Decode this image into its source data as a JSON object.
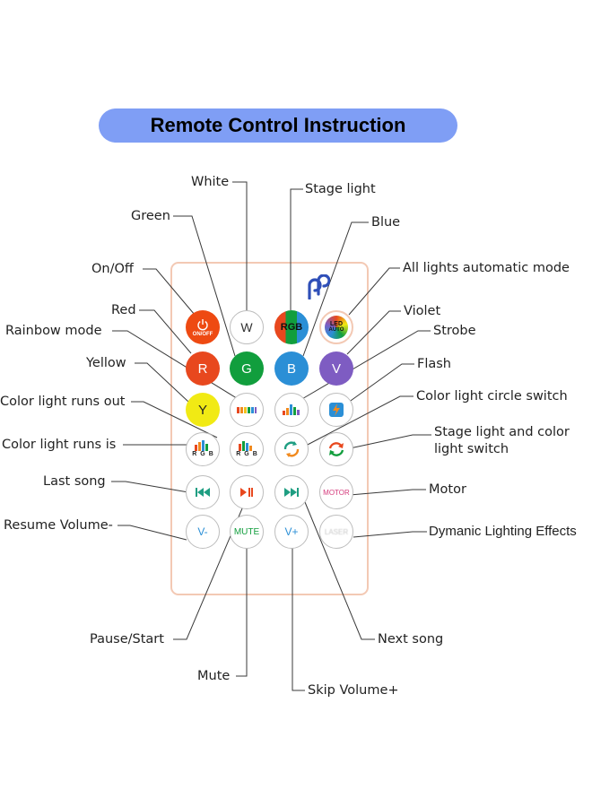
{
  "title": "Remote Control Instruction",
  "colors": {
    "title_pill": "#7f9ef5",
    "remote_outline": "#f3c9b4",
    "red": "#e8481e",
    "green": "#119e3d",
    "blue": "#2b8fd6",
    "violet": "#7e5cc2",
    "yellow": "#f1ea14",
    "onoff": "#ee4a12",
    "teal_icon": "#1f9e82",
    "magenta_icon": "#d53b7c"
  },
  "labels": {
    "white": "White",
    "stage_light": "Stage light",
    "green": "Green",
    "blue": "Blue",
    "on_off": "On/Off",
    "all_lights_auto": "All lights automatic mode",
    "red": "Red",
    "violet": "Violet",
    "rainbow_mode": "Rainbow mode",
    "strobe": "Strobe",
    "yellow": "Yellow",
    "flash": "Flash",
    "color_light_runs_out": "Color light runs out",
    "color_light_circle_switch": "Color light circle switch",
    "color_light_runs_is": "Color light runs is",
    "stage_color_switch_1": "Stage light and color",
    "stage_color_switch_2": "light switch",
    "last_song": "Last song",
    "motor": "Motor",
    "resume_volume": "Resume Volume-",
    "dynamic_effects": "Dymanic Lighting Effects",
    "pause_start": "Pause/Start",
    "next_song": "Next song",
    "mute": "Mute",
    "skip_volume": "Skip Volume+"
  },
  "buttons": {
    "onoff_caption": "ON/OFF",
    "w": "W",
    "rgb_r": "R",
    "rgb_g": "G",
    "rgb_b": "B",
    "auto_led": "LED",
    "auto_auto": "AUTO",
    "r": "R",
    "g": "G",
    "b": "B",
    "v": "V",
    "y": "Y",
    "runs_r": "R",
    "runs_g": "G",
    "runs_b": "B",
    "motor": "MOTOR",
    "v_minus": "V-",
    "mute": "MUTE",
    "v_plus": "V+",
    "laser": "LASER"
  }
}
